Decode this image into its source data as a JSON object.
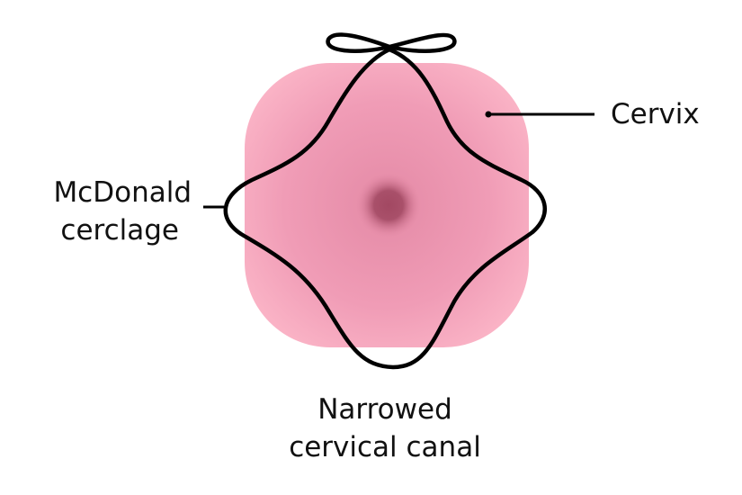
{
  "labels": {
    "cervix": "Cervix",
    "cerclage_line1": "McDonald",
    "cerclage_line2": "cerclage",
    "canal_line1": "Narrowed",
    "canal_line2": "cervical canal"
  },
  "colors": {
    "cervix_outer": "#f9b1c4",
    "cervix_inner": "#e98fab",
    "canal": "#a24862",
    "suture": "#000000"
  }
}
